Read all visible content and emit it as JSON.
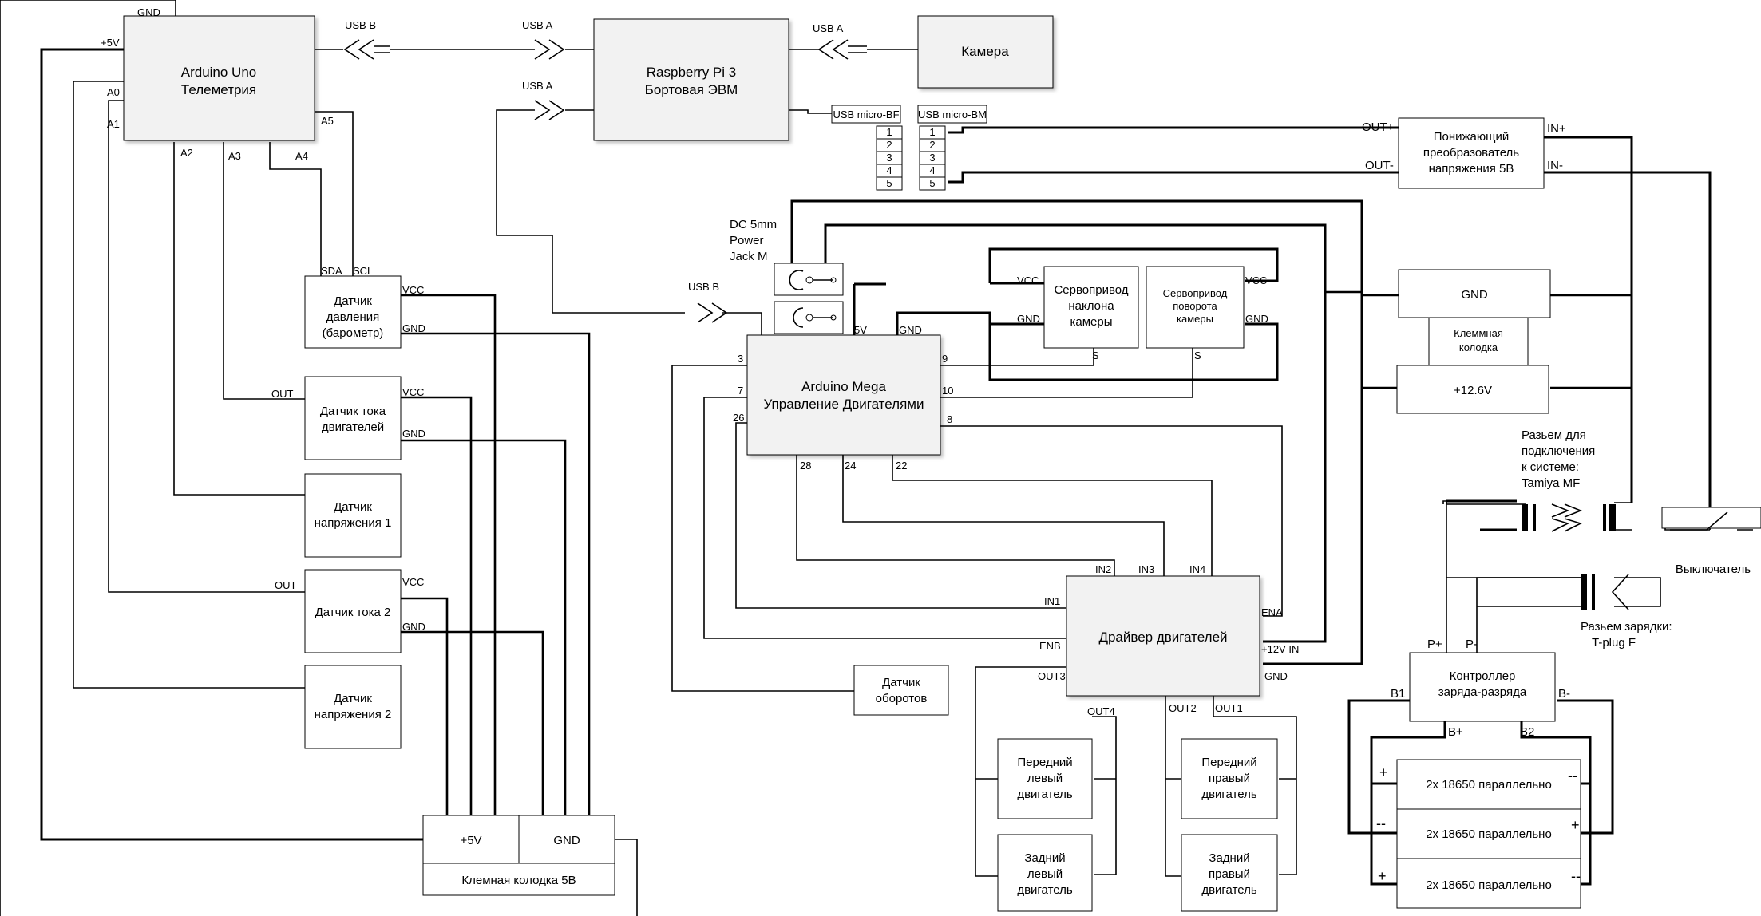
{
  "blocks": {
    "uno_title": "Arduino Uno",
    "uno_sub": "Телеметрия",
    "rpi_title": "Raspberry Pi 3",
    "rpi_sub": "Бортовая ЭВМ",
    "camera": "Камера",
    "mega_title": "Arduino Mega",
    "mega_sub": "Управление Двигателями",
    "baro": [
      "Датчик",
      "давления",
      "(барометр)"
    ],
    "cur1": [
      "Датчик тока",
      "двигателей"
    ],
    "volt1": [
      "Датчик",
      "напряжения 1"
    ],
    "cur2": "Датчик тока 2",
    "volt2": [
      "Датчик",
      "напряжения 2"
    ],
    "term5_plus": "+5V",
    "term5_gnd": "GND",
    "term5_label": "Клемная колодка 5В",
    "servo_tilt": [
      "Сервопривод",
      "наклона",
      "камеры"
    ],
    "servo_pan": [
      "Сервопривод",
      "поворота",
      "камеры"
    ],
    "rpm": [
      "Датчик",
      "оборотов"
    ],
    "driver": "Драйвер двигателей",
    "motor_fl": [
      "Передний",
      "левый",
      "двигатель"
    ],
    "motor_rl": [
      "Задний",
      "левый",
      "двигатель"
    ],
    "motor_fr": [
      "Передний",
      "правый",
      "двигатель"
    ],
    "motor_rr": [
      "Задний",
      "правый",
      "двигатель"
    ],
    "buck": [
      "Понижающий",
      "преобразователь",
      "напряжения 5В"
    ],
    "term_gnd": "GND",
    "term_label": [
      "Клеммная",
      "колодка"
    ],
    "term_12v": "+12.6V",
    "tamiya": [
      "Разьем для",
      "подключения",
      "к системе:",
      "Tamiya MF"
    ],
    "switch": "Выключатель",
    "tplug": [
      "Разьем зарядки:",
      "T-plug F"
    ],
    "bms": [
      "Контроллер",
      "заряда-разряда"
    ],
    "cell": "2x 18650 параллельно",
    "dc_jack": [
      "DC 5mm",
      "Power",
      "Jack M"
    ],
    "usb_mbf": "USB micro-BF",
    "usb_mbm": "USB micro-BM",
    "usb_pins": [
      "1",
      "2",
      "3",
      "4",
      "5"
    ]
  },
  "labels": {
    "usb_b": "USB B",
    "usb_a": "USB A",
    "gnd": "GND",
    "p5v": "+5V",
    "a0": "A0",
    "a1": "A1",
    "a2": "A2",
    "a3": "A3",
    "a4": "A4",
    "a5": "A5",
    "sda": "SDA",
    "scl": "SCL",
    "vcc": "VCC",
    "out": "OUT",
    "five_v": "5V",
    "s": "S",
    "p3": "3",
    "p7": "7",
    "p26": "26",
    "p28": "28",
    "p24": "24",
    "p22": "22",
    "p9": "9",
    "p10": "10",
    "p8": "8",
    "in1": "IN1",
    "in2": "IN2",
    "in3": "IN3",
    "in4": "IN4",
    "ena": "ENA",
    "enb": "ENB",
    "v12in": "+12V IN",
    "out1": "OUT1",
    "out2": "OUT2",
    "out3": "OUT3",
    "out4": "OUT4",
    "outp": "OUT+",
    "outm": "OUT-",
    "inp": "IN+",
    "inm": "IN-",
    "pp": "P+",
    "pm": "P-",
    "b1": "B1",
    "bm": "B-",
    "bp": "B+",
    "b2": "B2",
    "plus": "+",
    "minus": "--"
  }
}
